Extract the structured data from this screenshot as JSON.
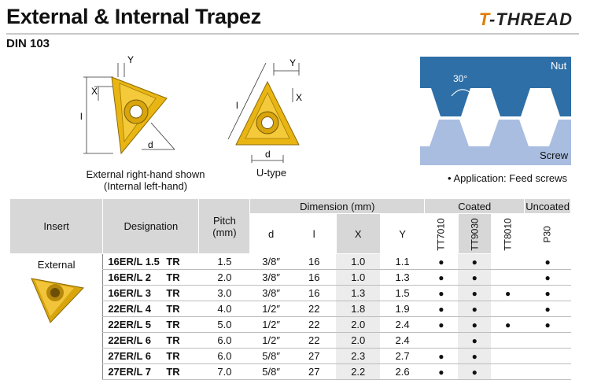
{
  "header": {
    "title": "External & Internal Trapez",
    "standard": "DIN 103",
    "brand": {
      "prefix": "T",
      "suffix": "-THREAD"
    }
  },
  "figures": {
    "external": {
      "caption_line1": "External right-hand shown",
      "caption_line2": "(Internal left-hand)",
      "labels": {
        "y": "Y",
        "x": "X",
        "l": "l",
        "d": "d"
      }
    },
    "utype": {
      "caption": "U-type",
      "labels": {
        "y": "Y",
        "x": "X",
        "l": "l",
        "d": "d"
      }
    },
    "profile": {
      "angle": "30°",
      "nut": "Nut",
      "screw": "Screw",
      "colors": {
        "nut": "#2e6fa7",
        "screw": "#a8bde0"
      }
    },
    "application": "Application: Feed screws"
  },
  "table": {
    "headers": {
      "insert": "Insert",
      "designation": "Designation",
      "pitch": "Pitch",
      "pitch_unit": "(mm)",
      "dimension": "Dimension (mm)",
      "coated": "Coated",
      "uncoated": "Uncoated",
      "dim_cols": [
        "d",
        "l",
        "X",
        "Y"
      ],
      "coated_grades": [
        "TT7010",
        "TT9030",
        "TT8010"
      ],
      "uncoated_grades": [
        "P30"
      ]
    },
    "insert_label": "External",
    "rows": [
      {
        "name": "16ER/L 1.5",
        "suffix": "TR",
        "pitch": "1.5",
        "d": "3/8″",
        "l": "16",
        "x": "1.0",
        "y": "1.1",
        "grades": [
          "●",
          "●",
          "",
          "●"
        ]
      },
      {
        "name": "16ER/L 2",
        "suffix": "TR",
        "pitch": "2.0",
        "d": "3/8″",
        "l": "16",
        "x": "1.0",
        "y": "1.3",
        "grades": [
          "●",
          "●",
          "",
          "●"
        ]
      },
      {
        "name": "16ER/L 3",
        "suffix": "TR",
        "pitch": "3.0",
        "d": "3/8″",
        "l": "16",
        "x": "1.3",
        "y": "1.5",
        "grades": [
          "●",
          "●",
          "●",
          "●"
        ]
      },
      {
        "name": "22ER/L 4",
        "suffix": "TR",
        "pitch": "4.0",
        "d": "1/2″",
        "l": "22",
        "x": "1.8",
        "y": "1.9",
        "grades": [
          "●",
          "●",
          "",
          "●"
        ]
      },
      {
        "name": "22ER/L 5",
        "suffix": "TR",
        "pitch": "5.0",
        "d": "1/2″",
        "l": "22",
        "x": "2.0",
        "y": "2.4",
        "grades": [
          "●",
          "●",
          "●",
          "●"
        ]
      },
      {
        "name": "22ER/L 6",
        "suffix": "TR",
        "pitch": "6.0",
        "d": "1/2″",
        "l": "22",
        "x": "2.0",
        "y": "2.4",
        "grades": [
          "",
          "●",
          "",
          ""
        ]
      },
      {
        "name": "27ER/L 6",
        "suffix": "TR",
        "pitch": "6.0",
        "d": "5/8″",
        "l": "27",
        "x": "2.3",
        "y": "2.7",
        "grades": [
          "●",
          "●",
          "",
          ""
        ]
      },
      {
        "name": "27ER/L 7",
        "suffix": "TR",
        "pitch": "7.0",
        "d": "5/8″",
        "l": "27",
        "x": "2.2",
        "y": "2.6",
        "grades": [
          "●",
          "●",
          "",
          ""
        ]
      }
    ]
  }
}
